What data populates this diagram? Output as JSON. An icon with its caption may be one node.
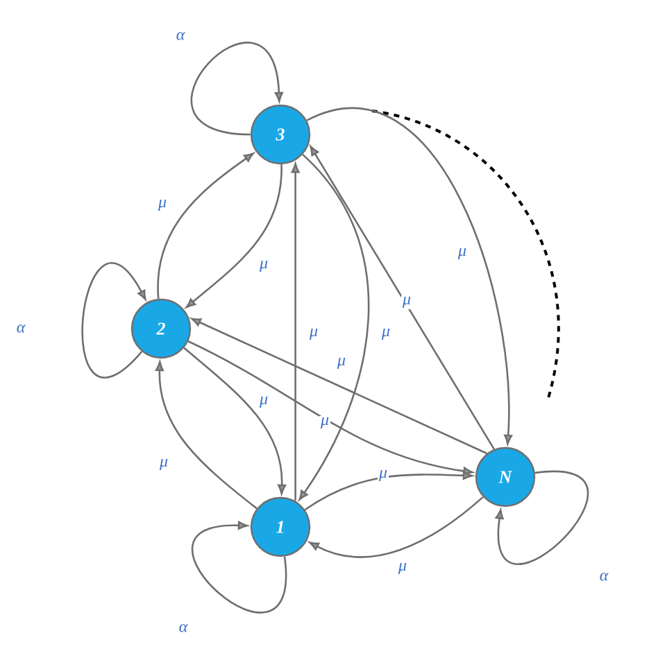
{
  "diagram": {
    "nodes": [
      {
        "text": [
          "3"
        ]
      },
      {
        "text": [
          "2"
        ]
      },
      {
        "text": [
          "1"
        ]
      },
      {
        "text": [
          "N"
        ]
      }
    ],
    "edges": [
      {
        "from": 0,
        "to": 0,
        "arrow": "to",
        "label": "α"
      },
      {
        "from": 1,
        "to": 1,
        "arrow": "to",
        "label": "α"
      },
      {
        "from": 2,
        "to": 2,
        "arrow": "to",
        "label": "α"
      },
      {
        "from": 3,
        "to": 3,
        "arrow": "to",
        "label": "α"
      },
      {
        "from": 1,
        "to": 0,
        "arrow": "to",
        "label": "μ"
      },
      {
        "from": 0,
        "to": 1,
        "arrow": "to",
        "label": "μ"
      },
      {
        "from": 1,
        "to": 2,
        "arrow": "to",
        "label": "μ"
      },
      {
        "from": 2,
        "to": 1,
        "arrow": "to",
        "label": "μ"
      },
      {
        "from": 2,
        "to": 0,
        "arrow": "to",
        "label": "μ"
      },
      {
        "from": 0,
        "to": 2,
        "arrow": "to",
        "label": "μ"
      },
      {
        "from": 3,
        "to": 1,
        "arrow": "to",
        "label": "μ"
      },
      {
        "from": 1,
        "to": 3,
        "arrow": "to",
        "label": "μ"
      },
      {
        "from": 3,
        "to": 0,
        "arrow": "to",
        "label": "μ"
      },
      {
        "from": 0,
        "to": 3,
        "arrow": "to",
        "label": "μ"
      },
      {
        "from": 2,
        "to": 3,
        "arrow": "to",
        "label": "μ"
      },
      {
        "from": 3,
        "to": 2,
        "arrow": "to",
        "label": "μ"
      }
    ]
  }
}
